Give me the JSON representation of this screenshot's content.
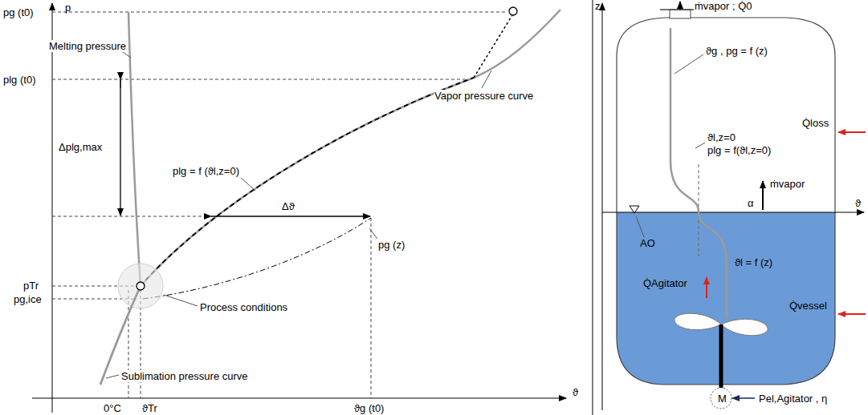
{
  "diagram": {
    "labels": [
      "p",
      "pg (t0)",
      "plg (t0)",
      "Δplg,max",
      "pTr",
      "pg,ice",
      "Melting pressure",
      "Vapor pressure curve",
      "plg = f (ϑl,z=0)",
      "Δϑ",
      "pg (z)",
      "Process conditions",
      "Sublimation pressure curve",
      "0°C",
      "ϑTr",
      "ϑg (t0)",
      "ϑ",
      "z",
      "ṁvapor ; Q̇0",
      "ϑg , pg = f (z)",
      "ϑl,z=0",
      "plg = f(ϑl,z=0)",
      "Q̇loss",
      "ṁvapor",
      "α",
      "ϑ",
      "AO",
      "ϑl = f (z)",
      "Q̇vessel",
      "Q̇Agitator",
      "M",
      "Pel,Agitator , η"
    ]
  }
}
